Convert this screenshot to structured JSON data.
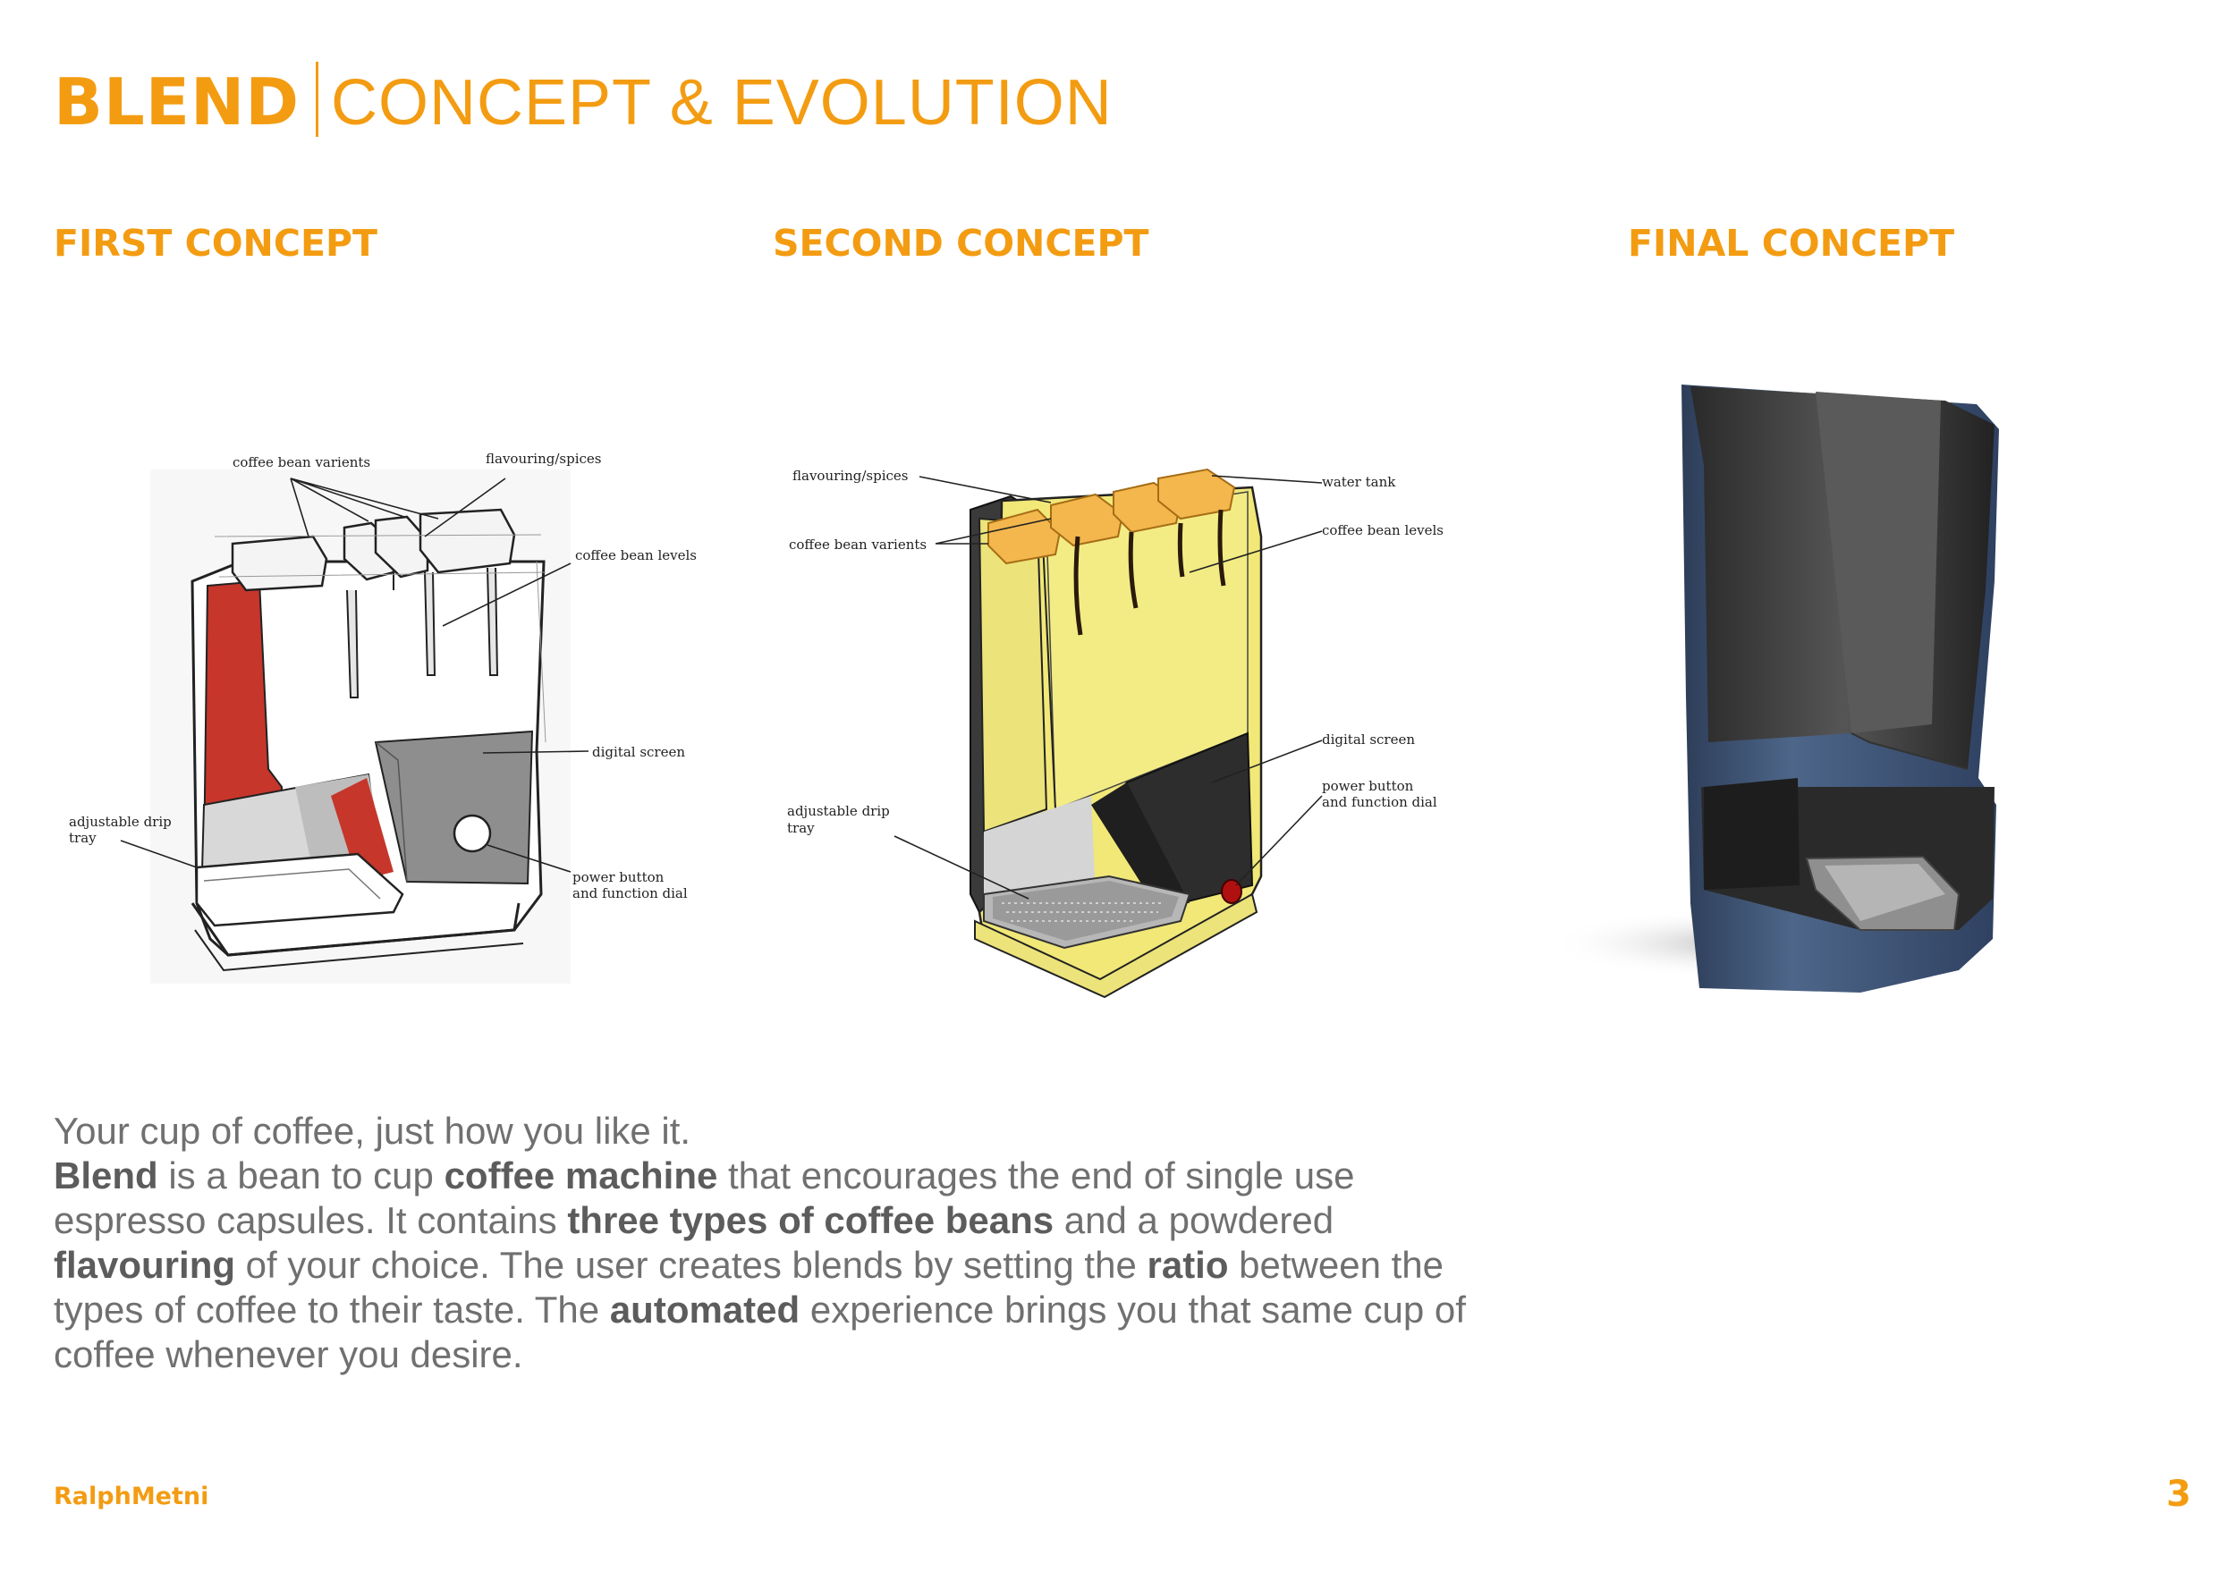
{
  "title": {
    "brand": "BLEND",
    "subtitle": "CONCEPT & EVOLUTION"
  },
  "columns": [
    {
      "heading": "FIRST CONCEPT"
    },
    {
      "heading": "SECOND CONCEPT"
    },
    {
      "heading": "FINAL CONCEPT"
    }
  ],
  "sketch1": {
    "labels": {
      "bean_varients": "coffee bean varients",
      "flavouring": "flavouring/spices",
      "bean_levels": "coffee bean levels",
      "digital_screen": "digital screen",
      "drip_tray_1": "adjustable drip",
      "drip_tray_2": "tray",
      "power_1": "power button",
      "power_2": "and function dial"
    }
  },
  "sketch2": {
    "labels": {
      "flavouring": "flavouring/spices",
      "water_tank": "water tank",
      "bean_varients": "coffee bean varients",
      "bean_levels": "coffee bean levels",
      "digital_screen": "digital screen",
      "power_1": "power button",
      "power_2": "and function dial",
      "drip_tray_1": "adjustable drip",
      "drip_tray_2": "tray"
    }
  },
  "description": {
    "line1": "Your cup of coffee, just how you like it.",
    "p_blend": "Blend",
    "p_t1": " is a bean to cup ",
    "p_coffee_machine": "coffee machine",
    "p_t2": " that encourages the end of single use espresso capsules. It contains ",
    "p_three_types": "three types of coffee beans",
    "p_t3": " and a powdered ",
    "p_flavouring": "flavouring",
    "p_t4": " of your choice. The user creates blends by setting the ",
    "p_ratio": "ratio",
    "p_t5": " between the types of coffee to their taste. The ",
    "p_automated": "automated",
    "p_t6": " experience brings you that same cup of coffee whenever you desire."
  },
  "footer": {
    "author": "RalphMetni",
    "page_number": "3"
  },
  "colors": {
    "accent": "#f39c12",
    "body_text": "#707070",
    "red": "#c6362b",
    "yellow": "#f1e878",
    "navy": "#3b4e6e"
  }
}
